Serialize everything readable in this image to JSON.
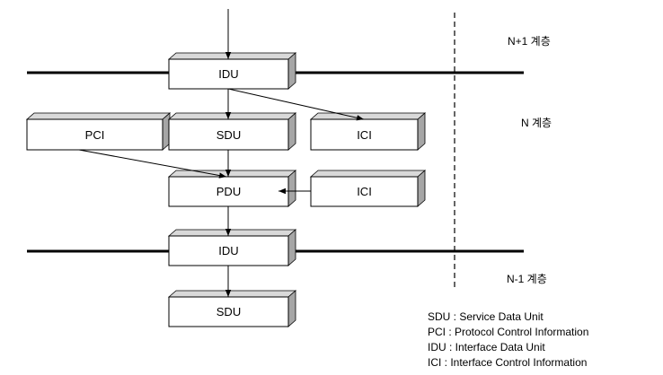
{
  "colors": {
    "line": "#000000",
    "box_face": "#ffffff",
    "box_side": "#a6a6a6",
    "box_top": "#d9d9d9"
  },
  "layers": {
    "upper": "N+1 계층",
    "middle": "N 계층",
    "lower": "N-1 계층"
  },
  "boxes": {
    "idu_top": "IDU",
    "pci": "PCI",
    "sdu_mid": "SDU",
    "ici_top": "ICI",
    "pdu": "PDU",
    "ici_mid": "ICI",
    "idu_bottom": "IDU",
    "sdu_bottom": "SDU"
  },
  "legend": [
    "SDU : Service Data Unit",
    "PCI : Protocol Control Information",
    "IDU : Interface Data Unit",
    "ICI : Interface Control Information"
  ]
}
